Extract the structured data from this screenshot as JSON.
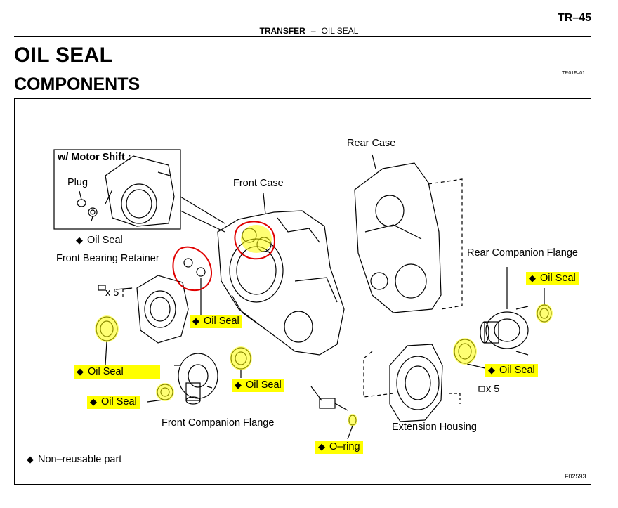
{
  "header": {
    "page_number": "TR–45",
    "section": "TRANSFER",
    "separator": "–",
    "topic": "OIL SEAL"
  },
  "title": "OIL SEAL",
  "subtitle": "COMPONENTS",
  "doc_code": "TR01F–01",
  "figure": {
    "code": "F02593",
    "inset_title": "w/ Motor Shift :",
    "labels": {
      "plug": "Plug",
      "inset_oil_seal": "Oil Seal",
      "front_case": "Front Case",
      "rear_case": "Rear Case",
      "front_bearing_retainer": "Front Bearing Retainer",
      "rear_companion_flange": "Rear Companion Flange",
      "front_companion_flange": "Front Companion Flange",
      "extension_housing": "Extension Housing",
      "oil_seal_case": "Oil Seal",
      "oil_seal_rear_flange": "Oil Seal",
      "oil_seal_left": "Oil Seal",
      "oil_seal_left_lower": "Oil Seal",
      "oil_seal_center": "Oil Seal",
      "oil_seal_rear_lower": "Oil Seal",
      "o_ring": "O–ring",
      "bolt_count_left": "x 5",
      "bolt_count_right": "x 5"
    },
    "diamond_symbol": "◆",
    "highlight_color": "#ffff00",
    "circle_color": "#e00000"
  },
  "legend": {
    "symbol": "◆",
    "text": "Non–reusable part"
  }
}
